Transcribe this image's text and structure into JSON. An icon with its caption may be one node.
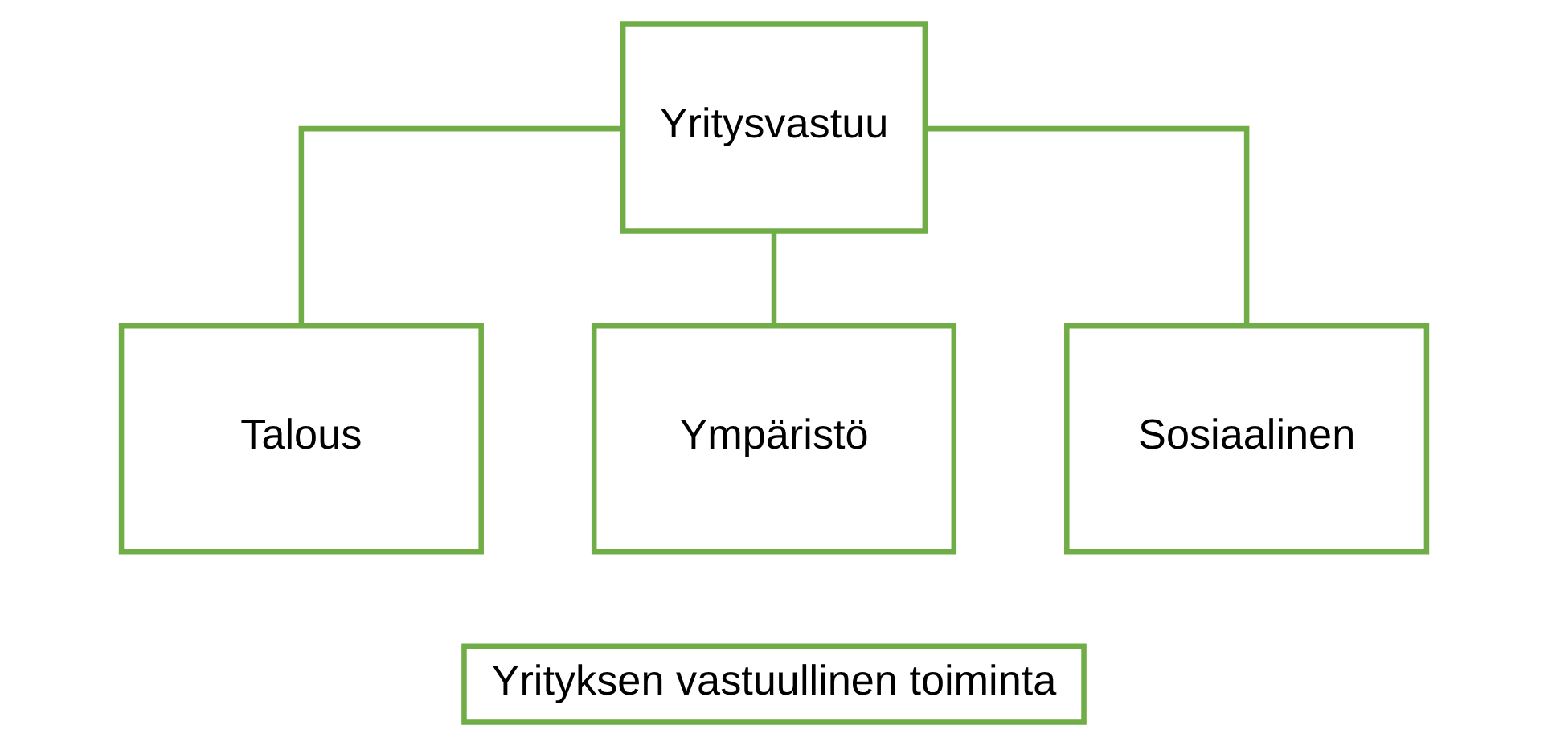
{
  "diagram": {
    "nodes": [
      {
        "text": [
          "Yritysvastuu"
        ]
      },
      {
        "text": [
          "Talous"
        ]
      },
      {
        "text": [
          "Ympäristö"
        ]
      },
      {
        "text": [
          "Sosiaalinen"
        ]
      },
      {
        "text": [
          "Yrityksen vastuullinen toiminta"
        ]
      }
    ],
    "edges": [
      {
        "from": 0,
        "to": 1,
        "arrow": "none"
      },
      {
        "from": 0,
        "to": 2,
        "arrow": "none"
      },
      {
        "from": 0,
        "to": 3,
        "arrow": "none"
      }
    ]
  }
}
